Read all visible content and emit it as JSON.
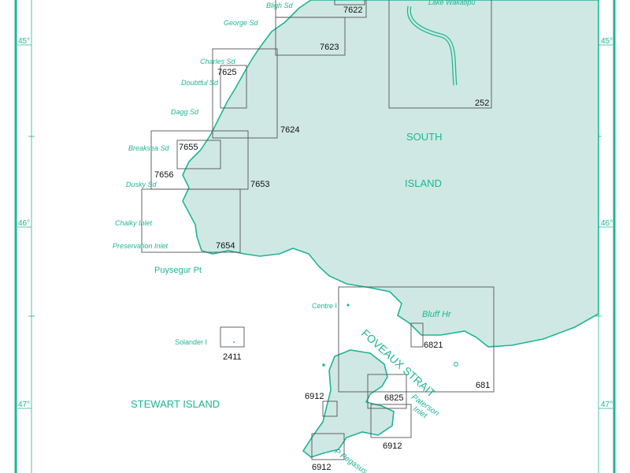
{
  "colors": {
    "land": "#cfe8e3",
    "coast": "#1fb596",
    "chart_limit": "#555555"
  },
  "latitudes": [
    "45°",
    "46°",
    "47°"
  ],
  "regions": {
    "south_island_1": "SOUTH",
    "south_island_2": "ISLAND",
    "stewart_island": "STEWART ISLAND",
    "foveaux_strait": "FOVEAUX STRAIT"
  },
  "places": {
    "bligh": "Bligh Sd",
    "george": "George Sd",
    "charles": "Charles Sd",
    "doubtful": "Doubtful Sd",
    "dagg": "Dagg Sd",
    "breaksea": "Breaksea Sd",
    "dusky": "Dusky Sd",
    "chalky": "Chalky Inlet",
    "preservation": "Preservation Inlet",
    "puysegur": "Puysegur Pt",
    "solander": "Solander I",
    "centre": "Centre I",
    "bluff": "Bluff Hr",
    "paterson_1": "Paterson",
    "paterson_2": "Inlet",
    "pegasus": "P Pegasus",
    "wakatipu": "Lake Wakatipu"
  },
  "charts": {
    "c7622": "7622",
    "c7623": "7623",
    "c252": "252",
    "c7625": "7625",
    "c7624": "7624",
    "c7655": "7655",
    "c7656": "7656",
    "c7653": "7653",
    "c7654": "7654",
    "c2411": "2411",
    "c681": "681",
    "c6821": "6821",
    "c6825": "6825",
    "c6912a": "6912",
    "c6912b": "6912",
    "c6912c": "6912"
  }
}
